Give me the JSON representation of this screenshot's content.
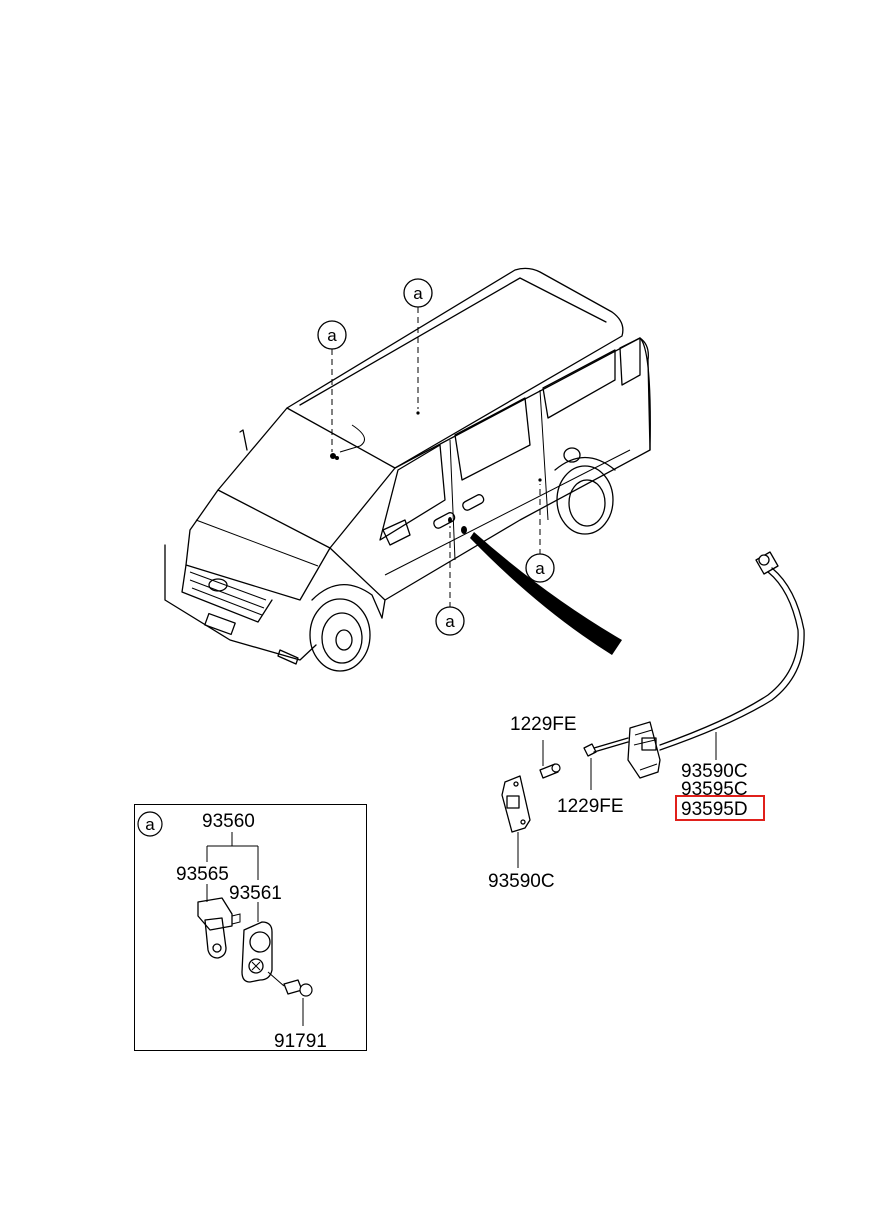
{
  "callout_letter": "a",
  "parts": {
    "p1229fe_top": "1229FE",
    "p1229fe_bottom": "1229FE",
    "p93590c_left": "93590C",
    "p93590c_right": "93590C",
    "p93595c": "93595C",
    "p93595d": "93595D",
    "p93560": "93560",
    "p93565": "93565",
    "p93561": "93561",
    "p91791": "91791"
  },
  "highlight_color": "#e0201b"
}
